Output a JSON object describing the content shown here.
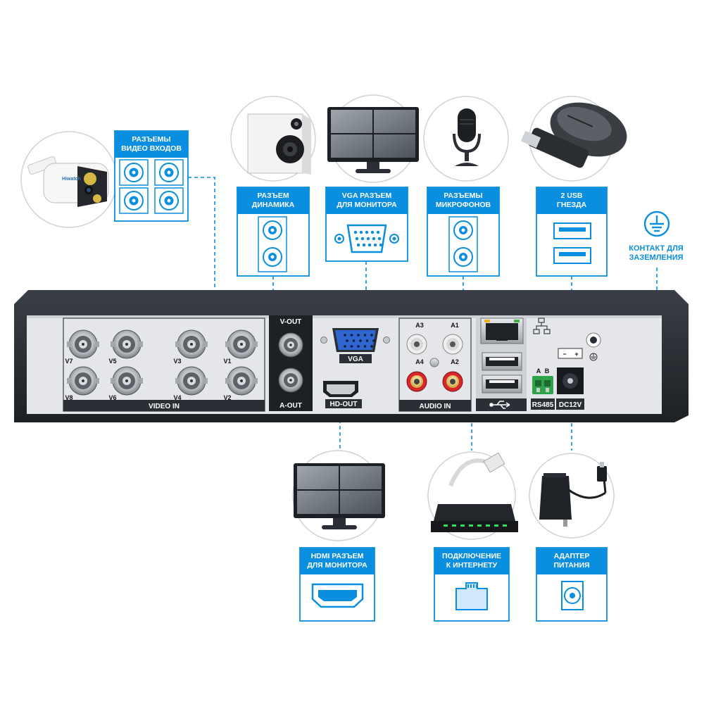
{
  "callouts": {
    "video_inputs": "РАЗЪЕМЫ\nВИДЕО ВХОДОВ",
    "speaker": "РАЗЪЕМ\nДИНАМИКА",
    "vga": "VGA РАЗЪЕМ\nДЛЯ МОНИТОРА",
    "microphones": "РАЗЪЕМЫ\nМИКРОФОНОВ",
    "usb": "2 USB\nГНЕЗДА",
    "ground": "КОНТАКТ ДЛЯ\nЗАЗЕМЛЕНИЯ",
    "hdmi": "HDMI РАЗЪЕМ\nДЛЯ МОНИТОРА",
    "internet": "ПОДКЛЮЧЕНИЕ\nК ИНТЕРНЕТУ",
    "power": "АДАПТЕР\nПИТАНИЯ"
  },
  "panel": {
    "video_in": "VIDEO IN",
    "v_out": "V-OUT",
    "a_out": "A-OUT",
    "vga": "VGA",
    "hd_out": "HD-OUT",
    "audio_in": "AUDIO IN",
    "rs485": "RS485",
    "dc12v": "DC12V",
    "rs485_a": "A",
    "rs485_b": "B",
    "dc_minus": "−",
    "dc_plus": "+",
    "channels": [
      "V7",
      "V5",
      "V3",
      "V1",
      "V8",
      "V6",
      "V4",
      "V2"
    ],
    "audio_channels": [
      "A3",
      "A1",
      "A4",
      "A2"
    ],
    "camera_brand": "Hiwatch"
  },
  "colors": {
    "accent": "#0a8ee0",
    "panel": "#e4e6e9",
    "chassis": "#2b2f35",
    "frame": "#d5d8dc"
  }
}
